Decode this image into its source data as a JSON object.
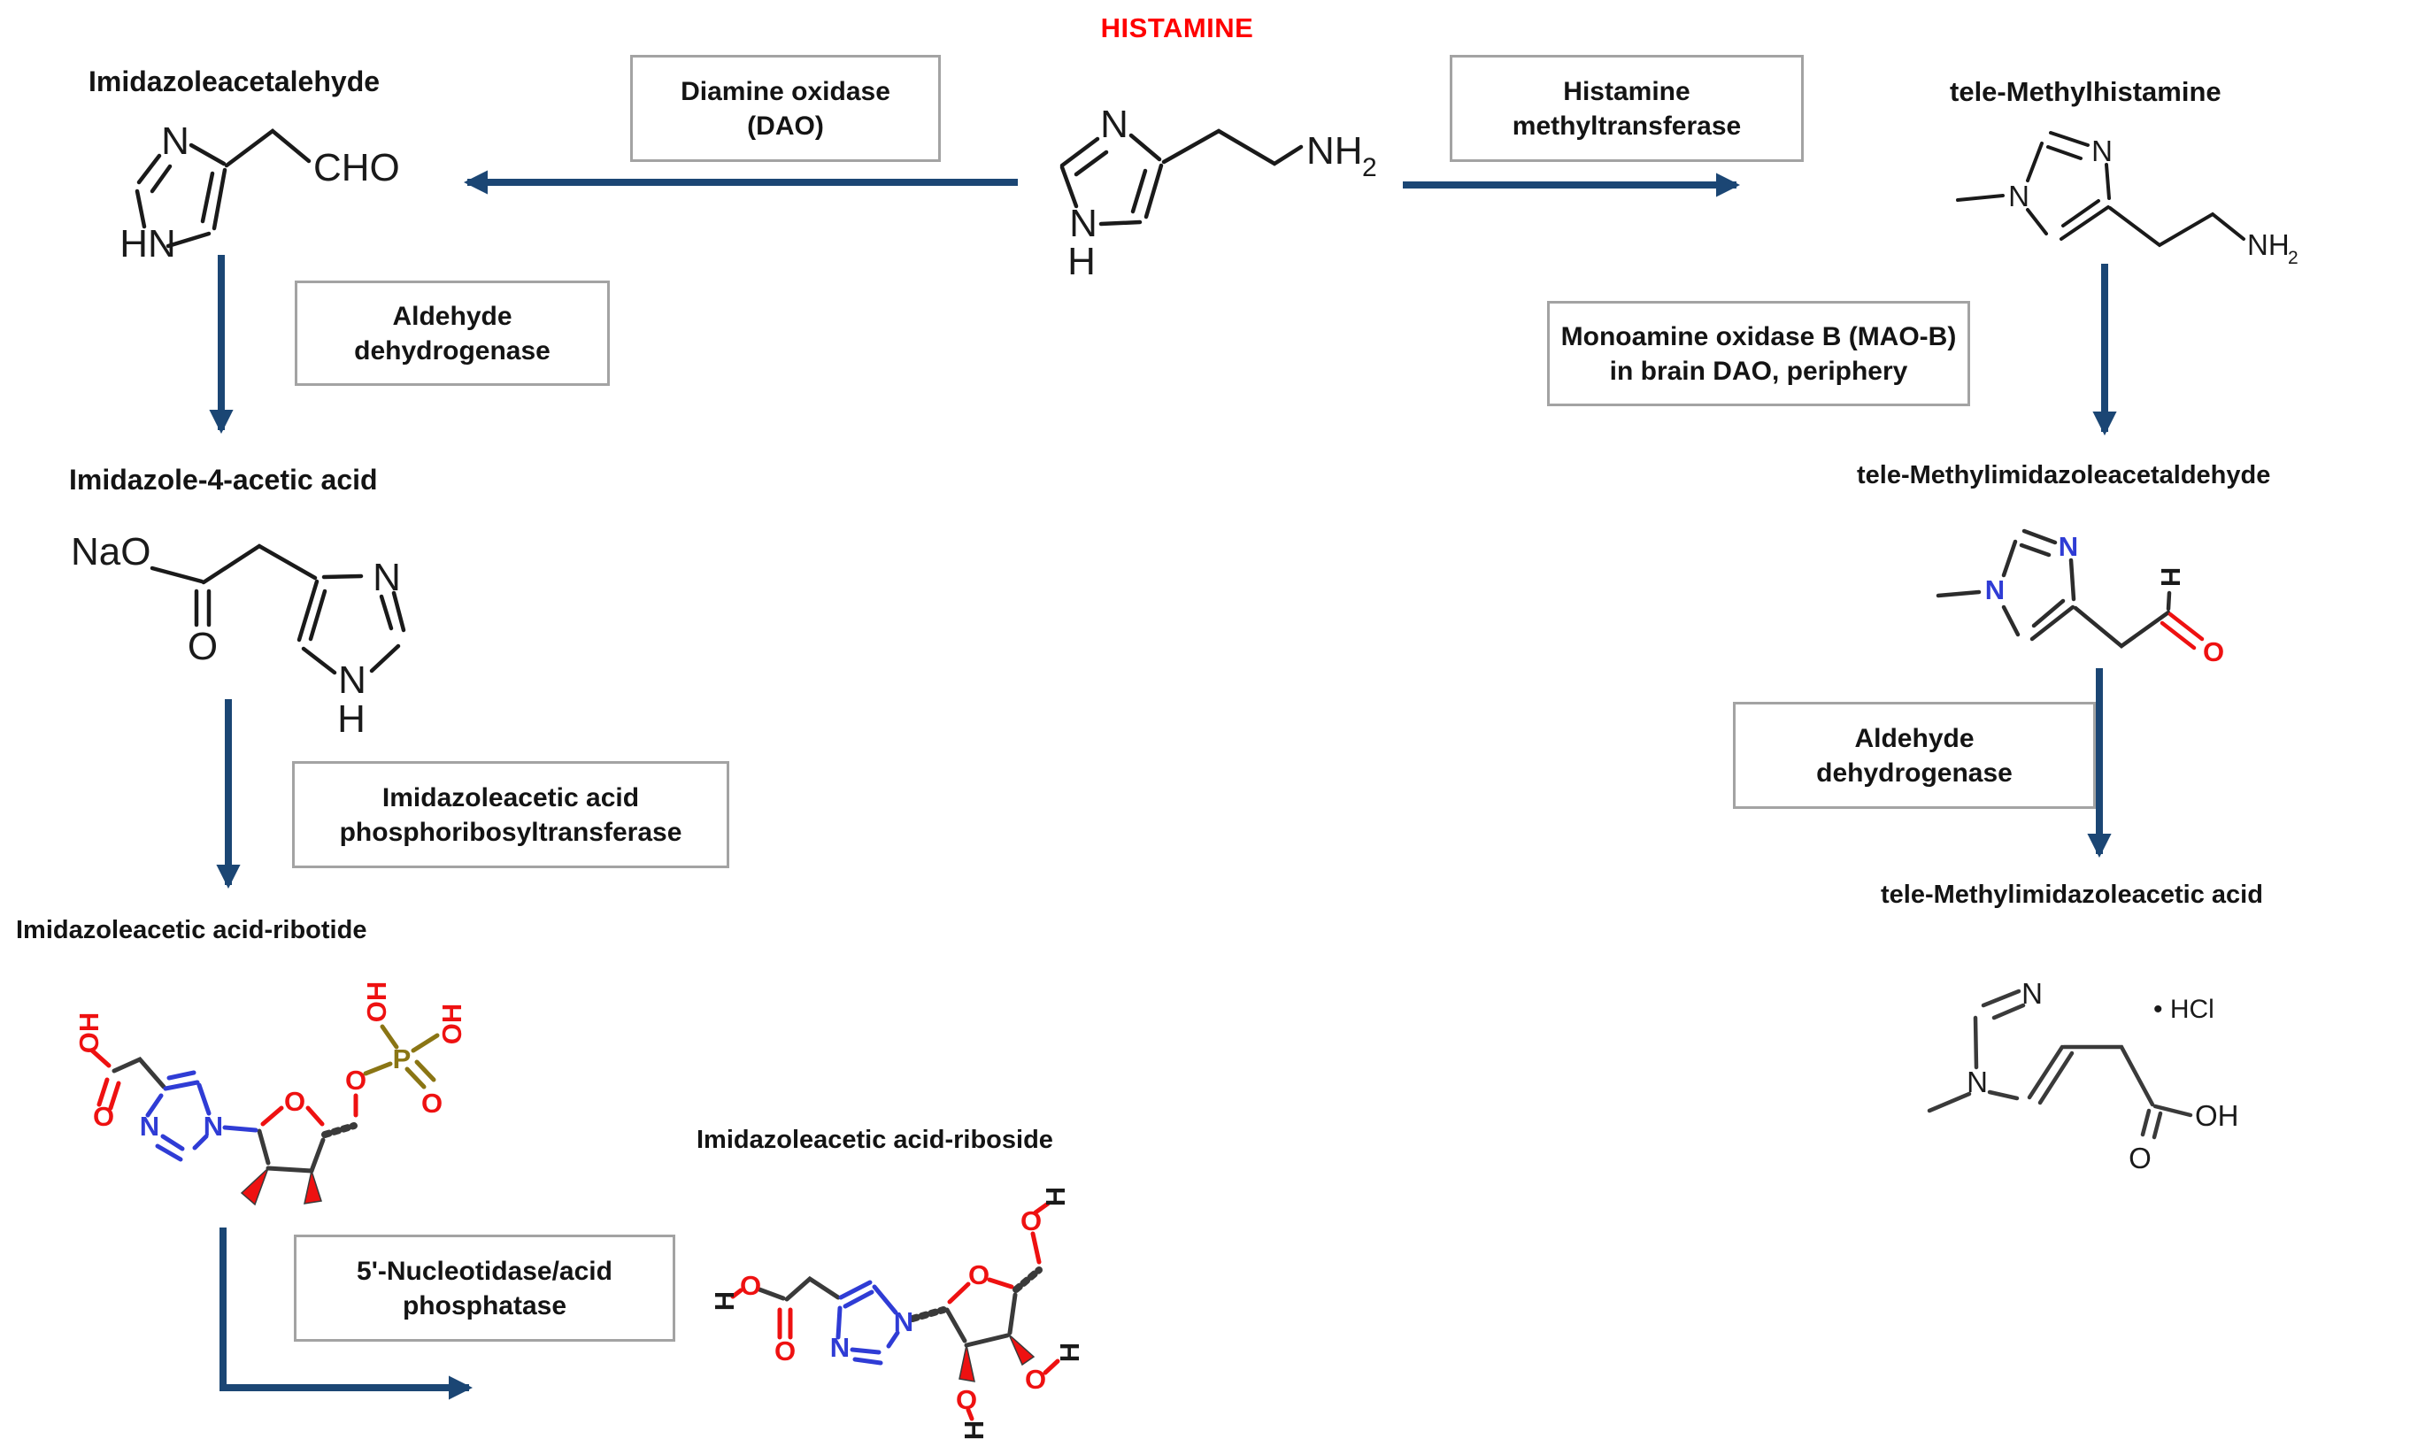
{
  "title": {
    "text": "HISTAMINE"
  },
  "colors": {
    "title_red": "#ff0000",
    "arrow_navy": "#1b4674",
    "bond_black": "#1a1a1a",
    "atom_red": "#ee1111",
    "atom_blue": "#2f3cd5",
    "phosphorus_olive": "#8a7514",
    "box_border_gray": "#a3a3a3"
  },
  "enzyme_boxes": {
    "dao": {
      "line1": "Diamine oxidase",
      "line2": "(DAO)"
    },
    "hmt": {
      "line1": "Histamine",
      "line2": "methyltransferase"
    },
    "aldh_left": {
      "line1": "Aldehyde",
      "line2": "dehydrogenase"
    },
    "maob": {
      "line1": "Monoamine oxidase B (MAO-B)",
      "line2": "in brain DAO, periphery"
    },
    "aldh_right": {
      "line1": "Aldehyde",
      "line2": "dehydrogenase"
    },
    "iaprt": {
      "line1": "Imidazoleacetic acid",
      "line2": "phosphoribosyltransferase"
    },
    "nucleotidase": {
      "line1": "5'-Nucleotidase/acid",
      "line2": "phosphatase"
    }
  },
  "metabolites": {
    "imidazoleacetaldehyde": {
      "label": "Imidazoleacetalehyde"
    },
    "tele_methylhistamine": {
      "label": "tele-Methylhistamine"
    },
    "imidazole_4_acetic_acid": {
      "label": "Imidazole-4-acetic acid"
    },
    "tele_methylimidazoleacetaldehyde": {
      "label": "tele-Methylimidazoleacetaldehyde"
    },
    "tele_methylimidazoleacetic_acid": {
      "label": "tele-Methylimidazoleacetic acid"
    },
    "ribotide": {
      "label": "Imidazoleacetic acid-ribotide"
    },
    "riboside": {
      "label": "Imidazoleacetic acid-riboside"
    }
  },
  "atoms": {
    "histamine": {
      "n_top": "N",
      "n_bottom": "N",
      "h_bottom": "H",
      "amine": "NH",
      "amine_sub": "2"
    },
    "imidazoleacetaldehyde": {
      "n_top": "N",
      "hn_bottom": "HN",
      "aldehyde": "CHO"
    },
    "tele_methylhistamine": {
      "n1": "N",
      "n3": "N",
      "amine": "NH",
      "amine_sub": "2"
    },
    "imidazole_4_acetic_acid": {
      "sodium": "NaO",
      "carbonyl_o": "O",
      "n3": "N",
      "n1": "N",
      "h1": "H"
    },
    "tele_methylimidazoleacetaldehyde": {
      "n1": "N",
      "n3": "N",
      "aldehyde_h": "H",
      "carbonyl_o": "O"
    },
    "tele_methylimidazoleacetic_acid": {
      "n3": "N",
      "n1": "N",
      "carbonyl_o": "O",
      "hydroxyl": "OH",
      "salt": "• HCl"
    },
    "ribotide": {
      "carboxyl_oh": "OH",
      "carboxyl_o": "O",
      "n3": "N",
      "n1": "N",
      "ribose_o": "O",
      "link_o": "O",
      "p": "P",
      "oh_top": "OH",
      "oh_right": "OH",
      "phosphate_o": "O"
    },
    "riboside": {
      "acid_h": "H",
      "acid_o": "O",
      "carbonyl_o": "O",
      "n3": "N",
      "n1": "N",
      "ribose_o": "O",
      "o5": "O",
      "h5_top": "H",
      "o2": "O",
      "h2_bottom": "H",
      "o3": "O",
      "h3_right": "H"
    }
  }
}
